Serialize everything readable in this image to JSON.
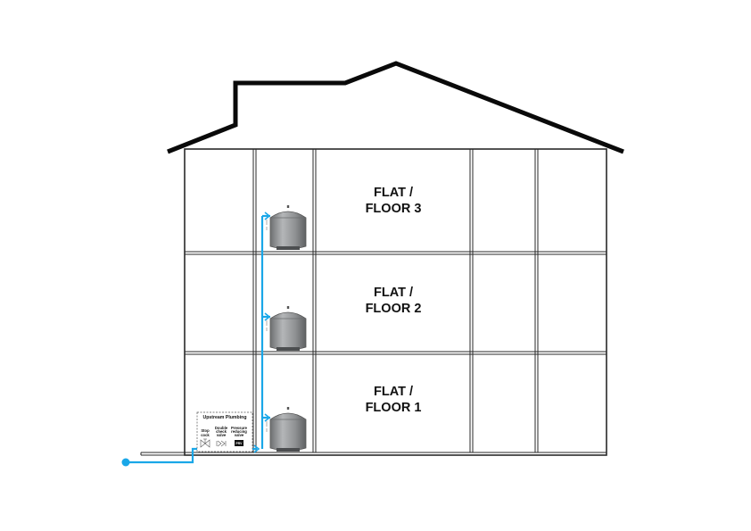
{
  "floors": [
    {
      "line1": "FLAT /",
      "line2": "FLOOR 3"
    },
    {
      "line1": "FLAT /",
      "line2": "FLOOR 2"
    },
    {
      "line1": "FLAT /",
      "line2": "FLOOR 1"
    }
  ],
  "upstream": {
    "title": "Upstream Plumbing",
    "stop_cock": [
      "Stop",
      "cock"
    ],
    "double_check": [
      "Double",
      "check",
      "valve"
    ],
    "pressure_reducing": [
      "Pressure",
      "reducing",
      "valve"
    ],
    "prv_badge": "PRV"
  },
  "colors": {
    "wall": "#2a2a2a",
    "roof": "#0a0a0a",
    "pipe": "#1aa7e8",
    "vessel": "#8a8c8e"
  }
}
